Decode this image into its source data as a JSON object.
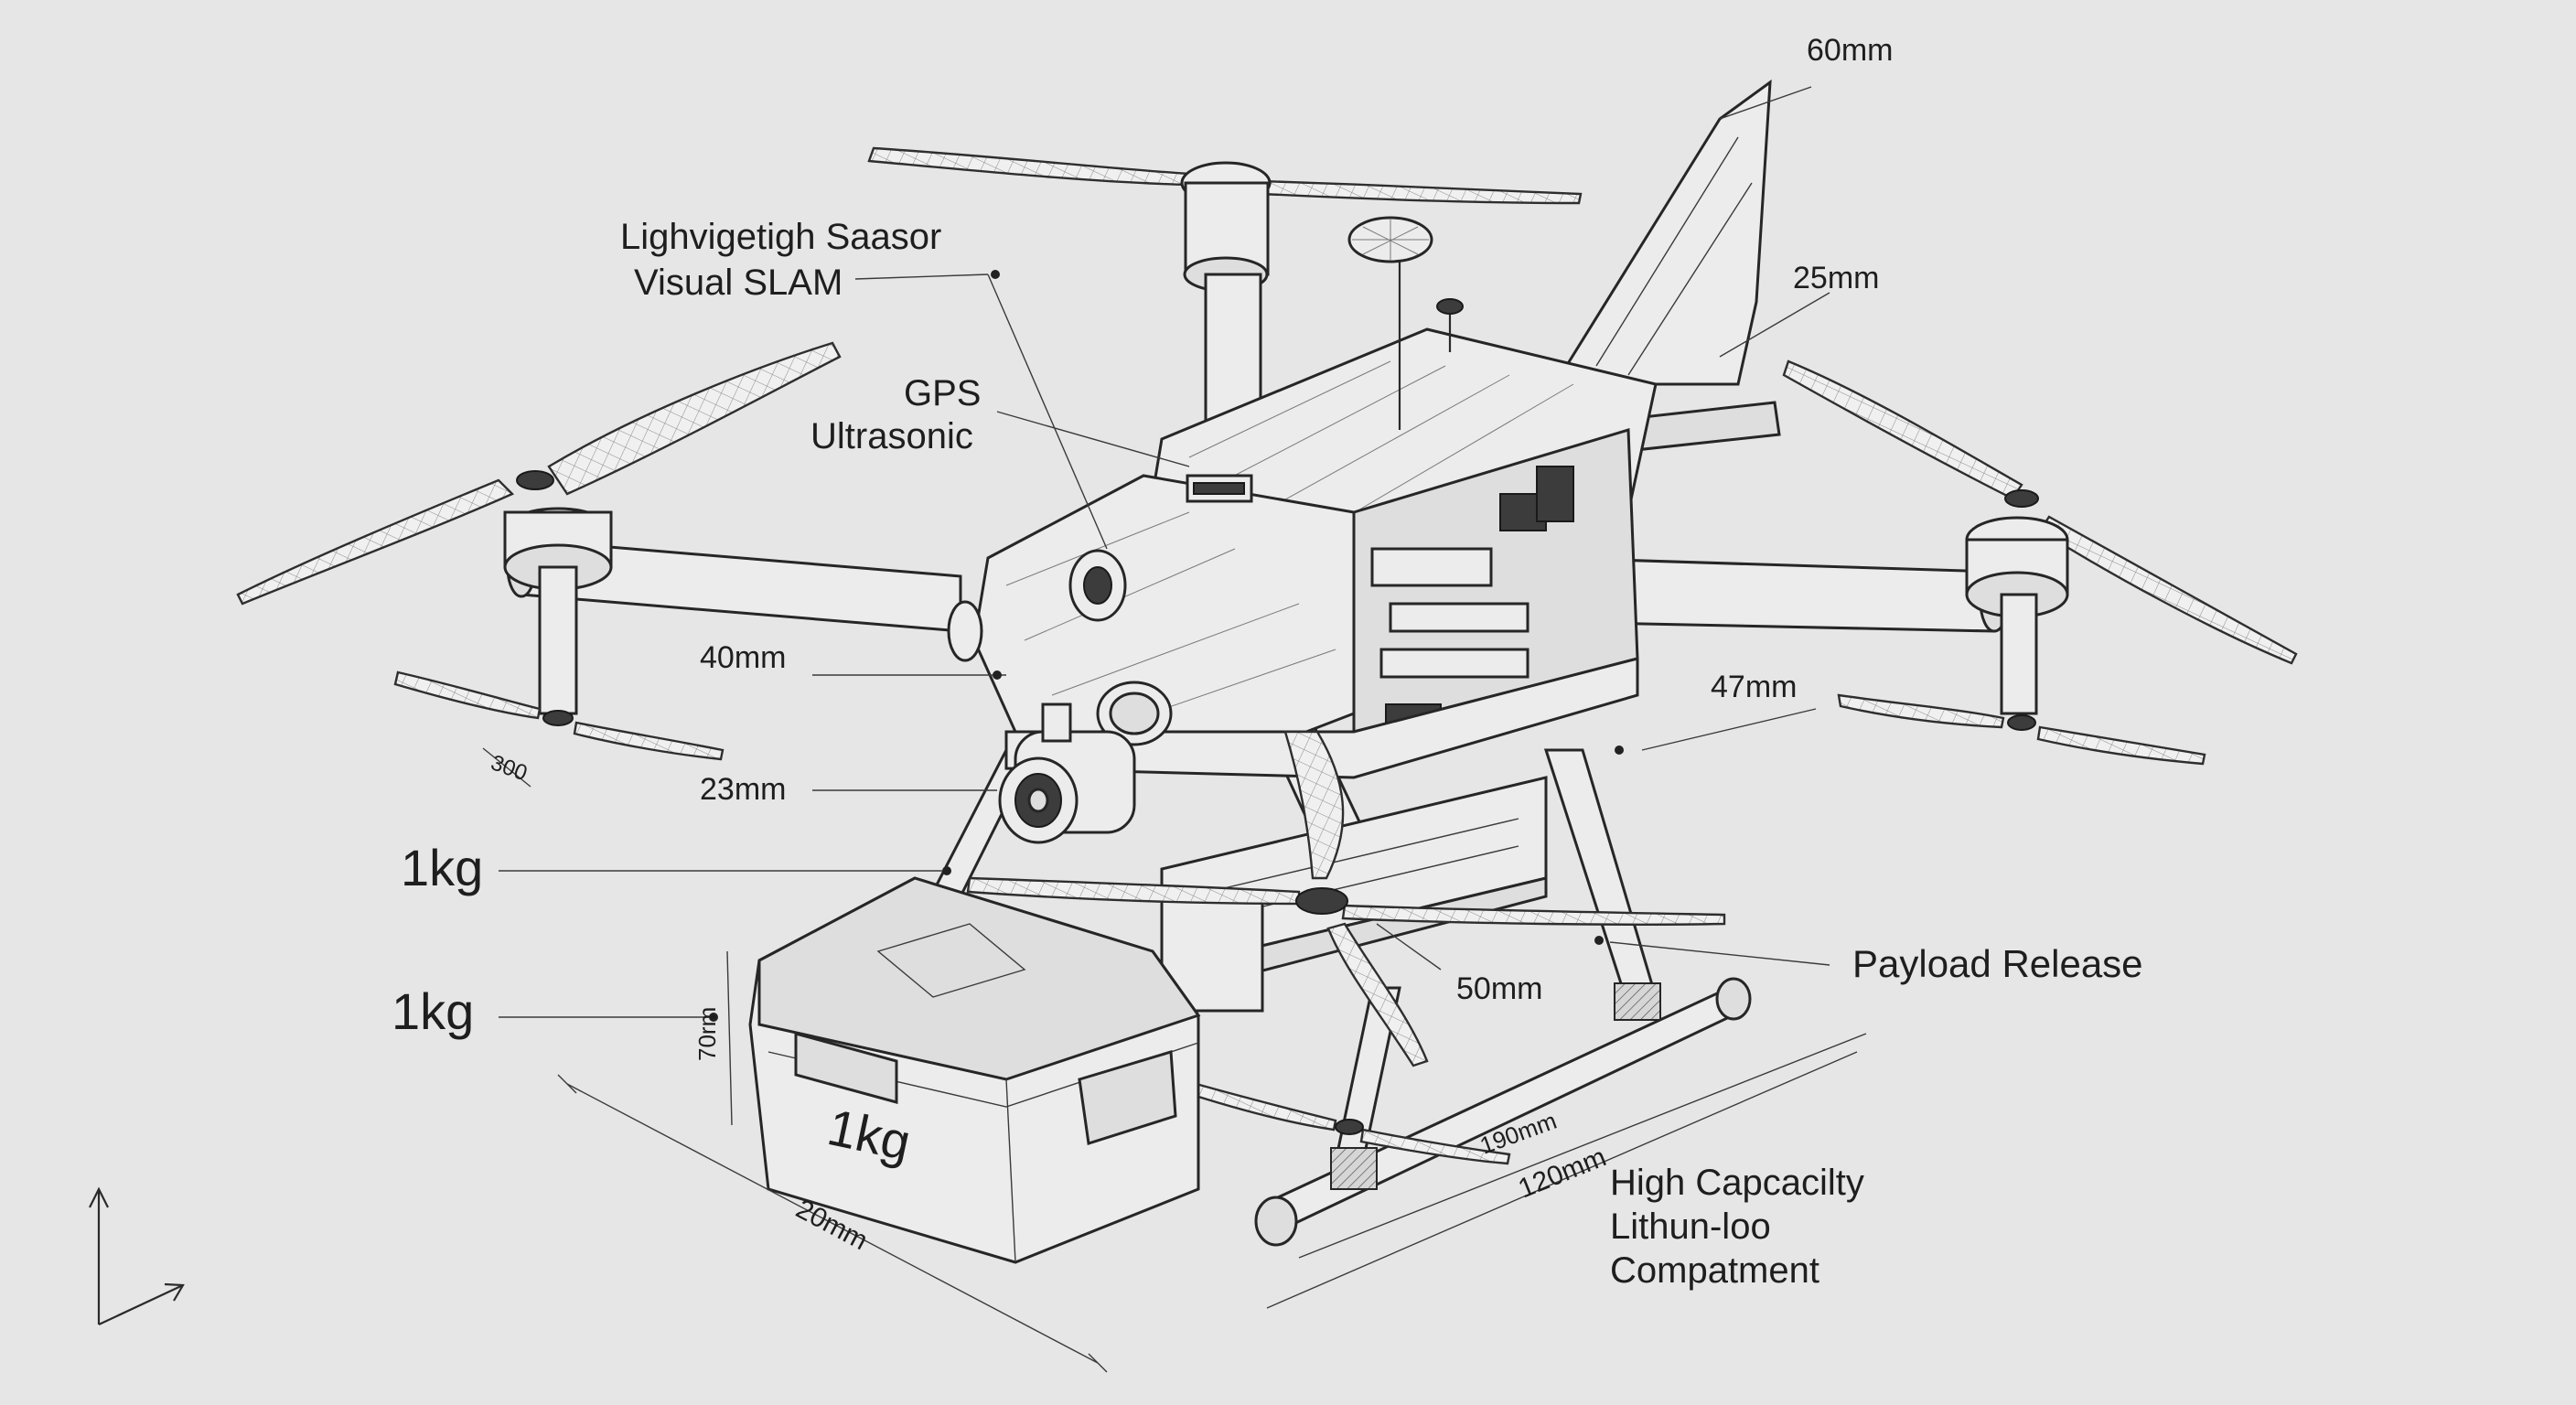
{
  "labels": {
    "sensor_line1": "Lighvigetigh Saasor",
    "sensor_line2": "Visual SLAM",
    "gps": "GPS",
    "ultrasonic": "Ultrasonic",
    "dim_40": "40mm",
    "dim_23": "23mm",
    "dim_300": "300",
    "weight_a": "1kg",
    "weight_b": "1kg",
    "weight_box": "1kg",
    "dim_70": "70rm",
    "dim_20": "20mm",
    "dim_60": "60mm",
    "dim_25": "25mm",
    "dim_47": "47mm",
    "payload_release": "Payload Release",
    "dim_50": "50mm",
    "dim_190": "190mm",
    "dim_120": "120mm",
    "battery_line1": "High Capcacilty",
    "battery_line2": "Lithun-loo",
    "battery_line3": "Compatment"
  },
  "colors": {
    "background": "#e6e6e6",
    "ink": "#1e1e1e",
    "surface": "#ececec"
  },
  "icons": {
    "axis": "axis-indicator-icon"
  }
}
